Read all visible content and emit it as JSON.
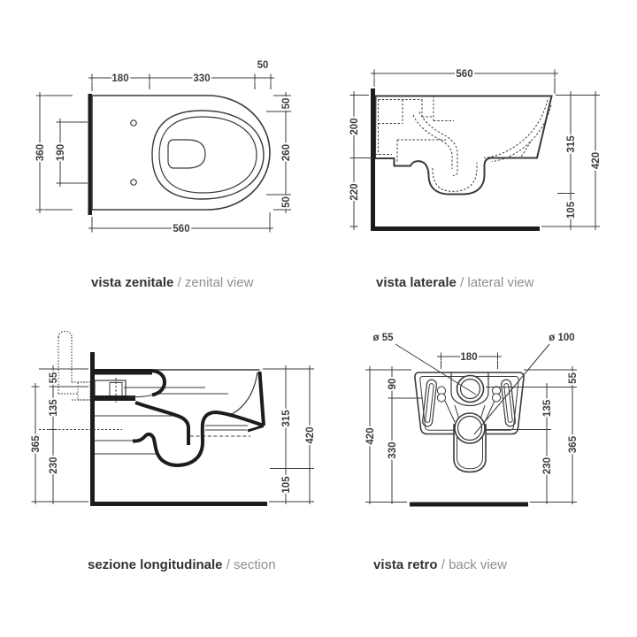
{
  "colors": {
    "background": "#ffffff",
    "line": "#3a3a3a",
    "heavy_line": "#1c1c1c",
    "dimension_text": "#3c3c3c",
    "caption_main": "#333333",
    "caption_muted": "#8f8f8f"
  },
  "captions": {
    "zenital": {
      "it": "vista zenitale",
      "sep": "/",
      "en": "zenital view"
    },
    "lateral": {
      "it": "vista laterale",
      "sep": "/",
      "en": "lateral view"
    },
    "section": {
      "it": "sezione longitudinale",
      "sep": "/",
      "en": "section"
    },
    "retro": {
      "it": "vista retro",
      "sep": "/",
      "en": "back view"
    }
  },
  "dims": {
    "zenital": {
      "top_180": "180",
      "top_330": "330",
      "top_50": "50",
      "right_50_top": "50",
      "right_260": "260",
      "right_50_bottom": "50",
      "left_360": "360",
      "left_190": "190",
      "bottom_560": "560"
    },
    "lateral": {
      "top_560": "560",
      "left_200": "200",
      "left_220": "220",
      "right_315": "315",
      "right_105": "105",
      "right_420": "420"
    },
    "section": {
      "left_55": "55",
      "left_135": "135",
      "left_365": "365",
      "left_230": "230",
      "right_315": "315",
      "right_105": "105",
      "right_420": "420"
    },
    "retro": {
      "diam_inlet": "ø 55",
      "diam_outlet": "ø 100",
      "top_180": "180",
      "left_90": "90",
      "left_330": "330",
      "left_420": "420",
      "right_55": "55",
      "right_135": "135",
      "right_230": "230",
      "right_365": "365"
    }
  }
}
